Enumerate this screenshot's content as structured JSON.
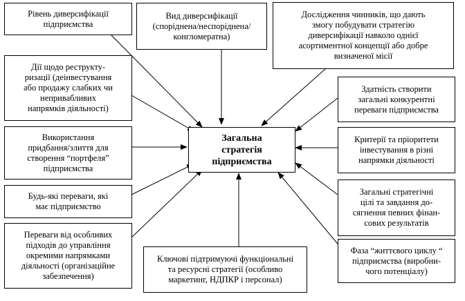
{
  "center": {
    "lines": [
      "Загальна",
      "стратегія",
      "підприємства"
    ]
  },
  "boxes": {
    "diversification_level": {
      "lines": [
        "Рівень диверсифікації",
        "підприємства"
      ]
    },
    "diversification_type": {
      "lines": [
        "Вид диверсифікації",
        "(споріднена/неспоріднена/",
        "конгломератна)"
      ]
    },
    "factors_research": {
      "lines": [
        "Дослідження чинників, що дають",
        "змогу побудувати стратегію",
        "диверсифікації навколо однієї",
        "асортиментної концепції або добре",
        "визначеної місії"
      ]
    },
    "restructuring": {
      "lines": [
        "Дії щодо реструкту-",
        "ризації (деінвестування",
        "або продажу слабких чи",
        "непривабливих",
        "напрямків діяльності)"
      ]
    },
    "competitive_advantage": {
      "lines": [
        "Здатність створити",
        "загальні конкурентні",
        "переваги підприємства"
      ]
    },
    "acquisitions": {
      "lines": [
        "Використання",
        "придбання/злиття для",
        "створення “портфеля”",
        "підприємства"
      ]
    },
    "investment_criteria": {
      "lines": [
        "Критерії та пріоритети",
        "інвестування в різні",
        "напрямки діяльності"
      ]
    },
    "any_advantages": {
      "lines": [
        "Будь-які переваги, які",
        "має підприємство"
      ]
    },
    "strategic_goals": {
      "lines": [
        "Загальні стратегічні",
        "цілі та завдання до-",
        "сягнення певних фінан-",
        "сових результатів"
      ]
    },
    "management_advantages": {
      "lines": [
        "Переваги від особливих",
        "підходів до управління",
        "окремими напрямками",
        "діяльності (організаційне",
        "забезпечення)"
      ]
    },
    "functional_strategies": {
      "lines": [
        "Ключові підтримуючі функціональні",
        "та ресурсні стратегії (особливо",
        "маркетинг, НДПКР і персонал)"
      ]
    },
    "life_cycle": {
      "lines": [
        "Фаза “життєвого циклу “",
        "підприємства (виробни-",
        "чого потенціалу)"
      ]
    }
  }
}
